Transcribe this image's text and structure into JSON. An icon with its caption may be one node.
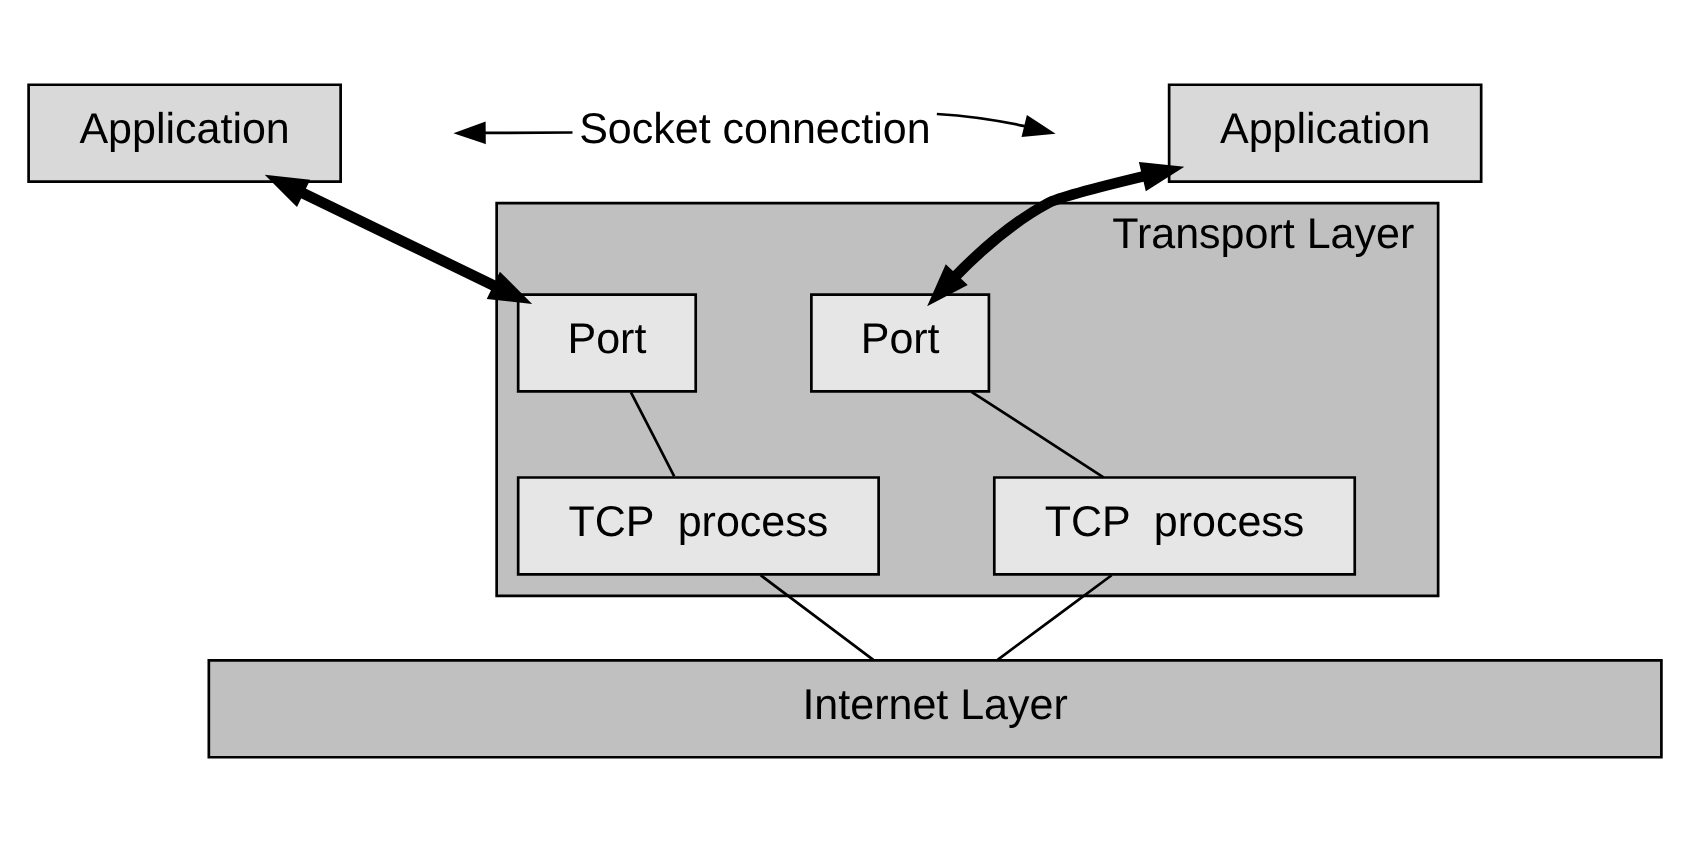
{
  "diagram": {
    "nodes": [
      {
        "text": [
          "Application"
        ]
      },
      {
        "text": [
          "Socket connection"
        ]
      },
      {
        "text": [
          "Application"
        ]
      },
      {
        "text": [
          "Transport Layer"
        ]
      },
      {
        "text": [
          "Port"
        ],
        "in": 3
      },
      {
        "text": [
          "Port"
        ],
        "in": 3
      },
      {
        "text": [
          "TCP  process"
        ],
        "in": 3
      },
      {
        "text": [
          "TCP  process"
        ],
        "in": 3
      },
      {
        "text": [
          "Internet Layer"
        ]
      }
    ],
    "edges": [
      {
        "from": 0,
        "to": 4,
        "arrow": "both",
        "style": "thick"
      },
      {
        "from": 2,
        "to": 5,
        "arrow": "both",
        "style": "thick"
      },
      {
        "from": 1,
        "to": null,
        "arrow": "to"
      },
      {
        "from": 1,
        "to": null,
        "arrow": "to"
      },
      {
        "from": 4,
        "to": 6,
        "arrow": "none"
      },
      {
        "from": 5,
        "to": 7,
        "arrow": "none"
      },
      {
        "from": 6,
        "to": 8,
        "arrow": "none"
      },
      {
        "from": 7,
        "to": 8,
        "arrow": "none"
      }
    ]
  }
}
